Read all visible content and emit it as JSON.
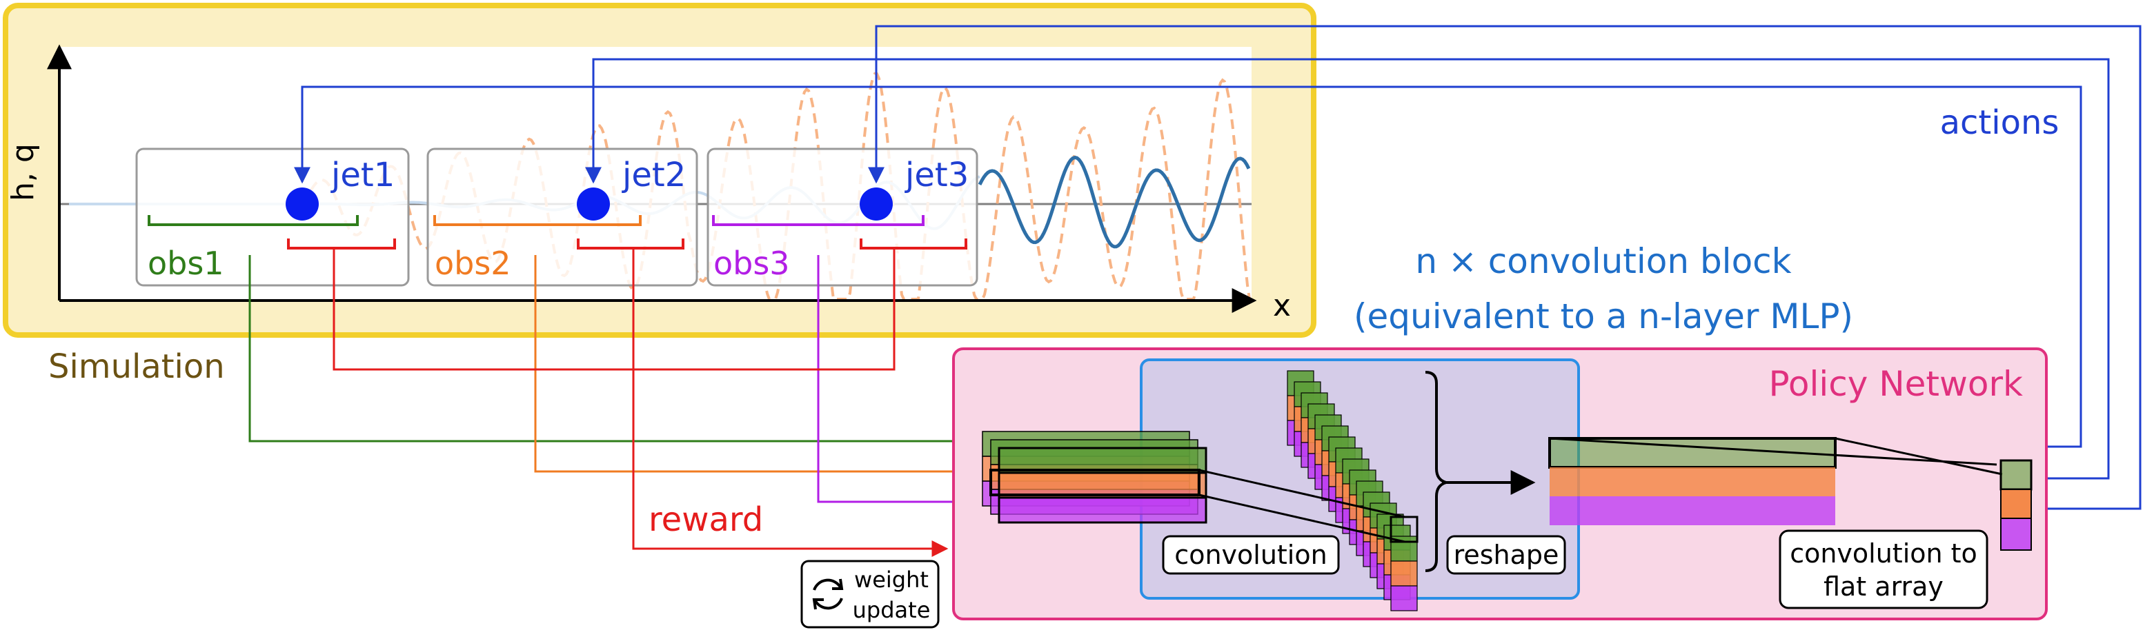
{
  "colors": {
    "sim_fill": "#fbf0c4",
    "sim_border": "#f2cf2c",
    "policy_fill": "#f9d7e6",
    "policy_border": "#e0307e",
    "conv_fill": "#d5cce8",
    "conv_border": "#2a8fe6",
    "actions_line": "#1f3fd1",
    "jet_dot": "#0a1ef0",
    "obs1": "#2f7d1a",
    "obs2": "#f07b22",
    "obs3": "#b21ee6",
    "reward": "#e51c1c",
    "wave_solid": "#2e6fa7",
    "wave_faint": "#c7dbef",
    "wave_dashed": "#f7b486",
    "layer_green": "#5d9e38",
    "layer_orange": "#f4894a",
    "layer_purple": "#bf3ff2",
    "annotation_blue": "#1e6ec8",
    "simulation_label": "#6b5213",
    "policy_label": "#e0307e"
  },
  "simulation": {
    "label": "Simulation",
    "y_axis_label": "h, q",
    "x_axis_label": "x"
  },
  "jets": [
    {
      "label": "jet1",
      "obs_label": "obs1"
    },
    {
      "label": "jet2",
      "obs_label": "obs2"
    },
    {
      "label": "jet3",
      "obs_label": "obs3"
    }
  ],
  "actions_label": "actions",
  "reward_label": "reward",
  "conv_block": {
    "line1": "n × convolution block",
    "line2": "(equivalent to a n-layer MLP)"
  },
  "policy_network": {
    "label": "Policy Network",
    "convolution_label": "convolution",
    "reshape_label": "reshape",
    "flat_label_line1": "convolution to",
    "flat_label_line2": "flat array"
  },
  "weight_update": {
    "line1": "weight",
    "line2": "update",
    "icon": "refresh-icon"
  }
}
